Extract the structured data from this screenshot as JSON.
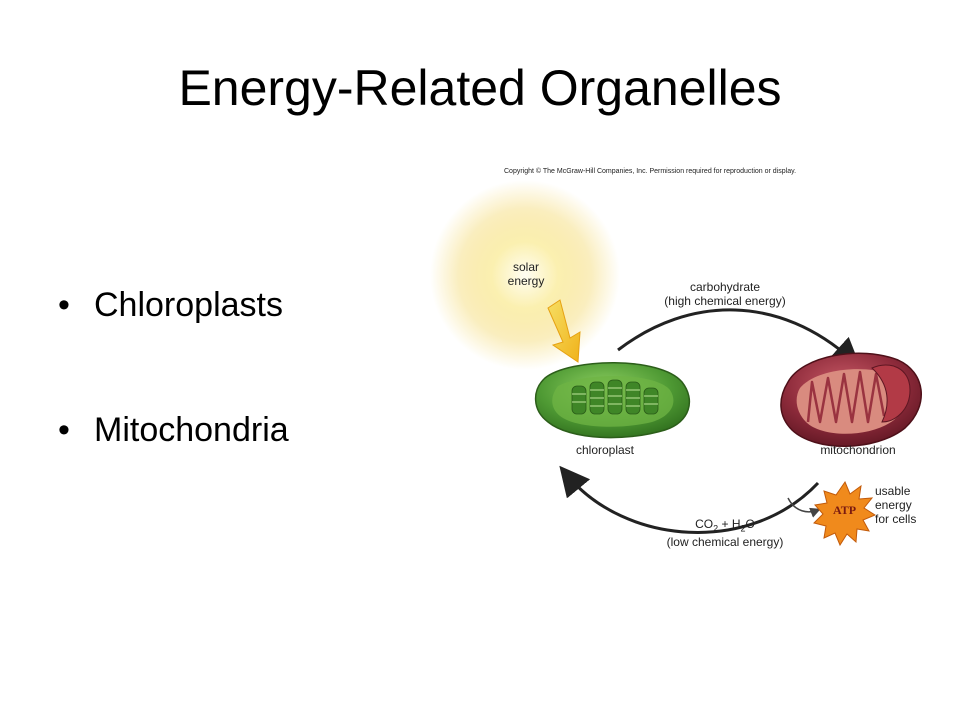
{
  "slide": {
    "title": "Energy-Related Organelles",
    "bullet_marker": "•",
    "bullets": [
      "Chloroplasts",
      "Mitochondria"
    ]
  },
  "figure": {
    "copyright": "Copyright © The McGraw-Hill Companies, Inc. Permission required for reproduction or display.",
    "solar": [
      "solar",
      "energy"
    ],
    "carbohydrate": [
      "carbohydrate",
      "(high chemical energy)"
    ],
    "chloroplast_label": "chloroplast",
    "mitochondrion_label": "mitochondrion",
    "atp": "ATP",
    "usable": [
      "usable",
      "energy",
      "for cells"
    ],
    "co2_h2o": {
      "co": "CO",
      "sub_2": "2",
      "plus_h": " + H",
      "sub_2b": "2",
      "o": "O"
    },
    "low_energy": "(low chemical energy)",
    "colors": {
      "sun": "#f6d84a",
      "chloroplast": "#4f9a34",
      "mitochondrion": "#8e2b3b",
      "atp_burst": "#f08a1c"
    }
  }
}
